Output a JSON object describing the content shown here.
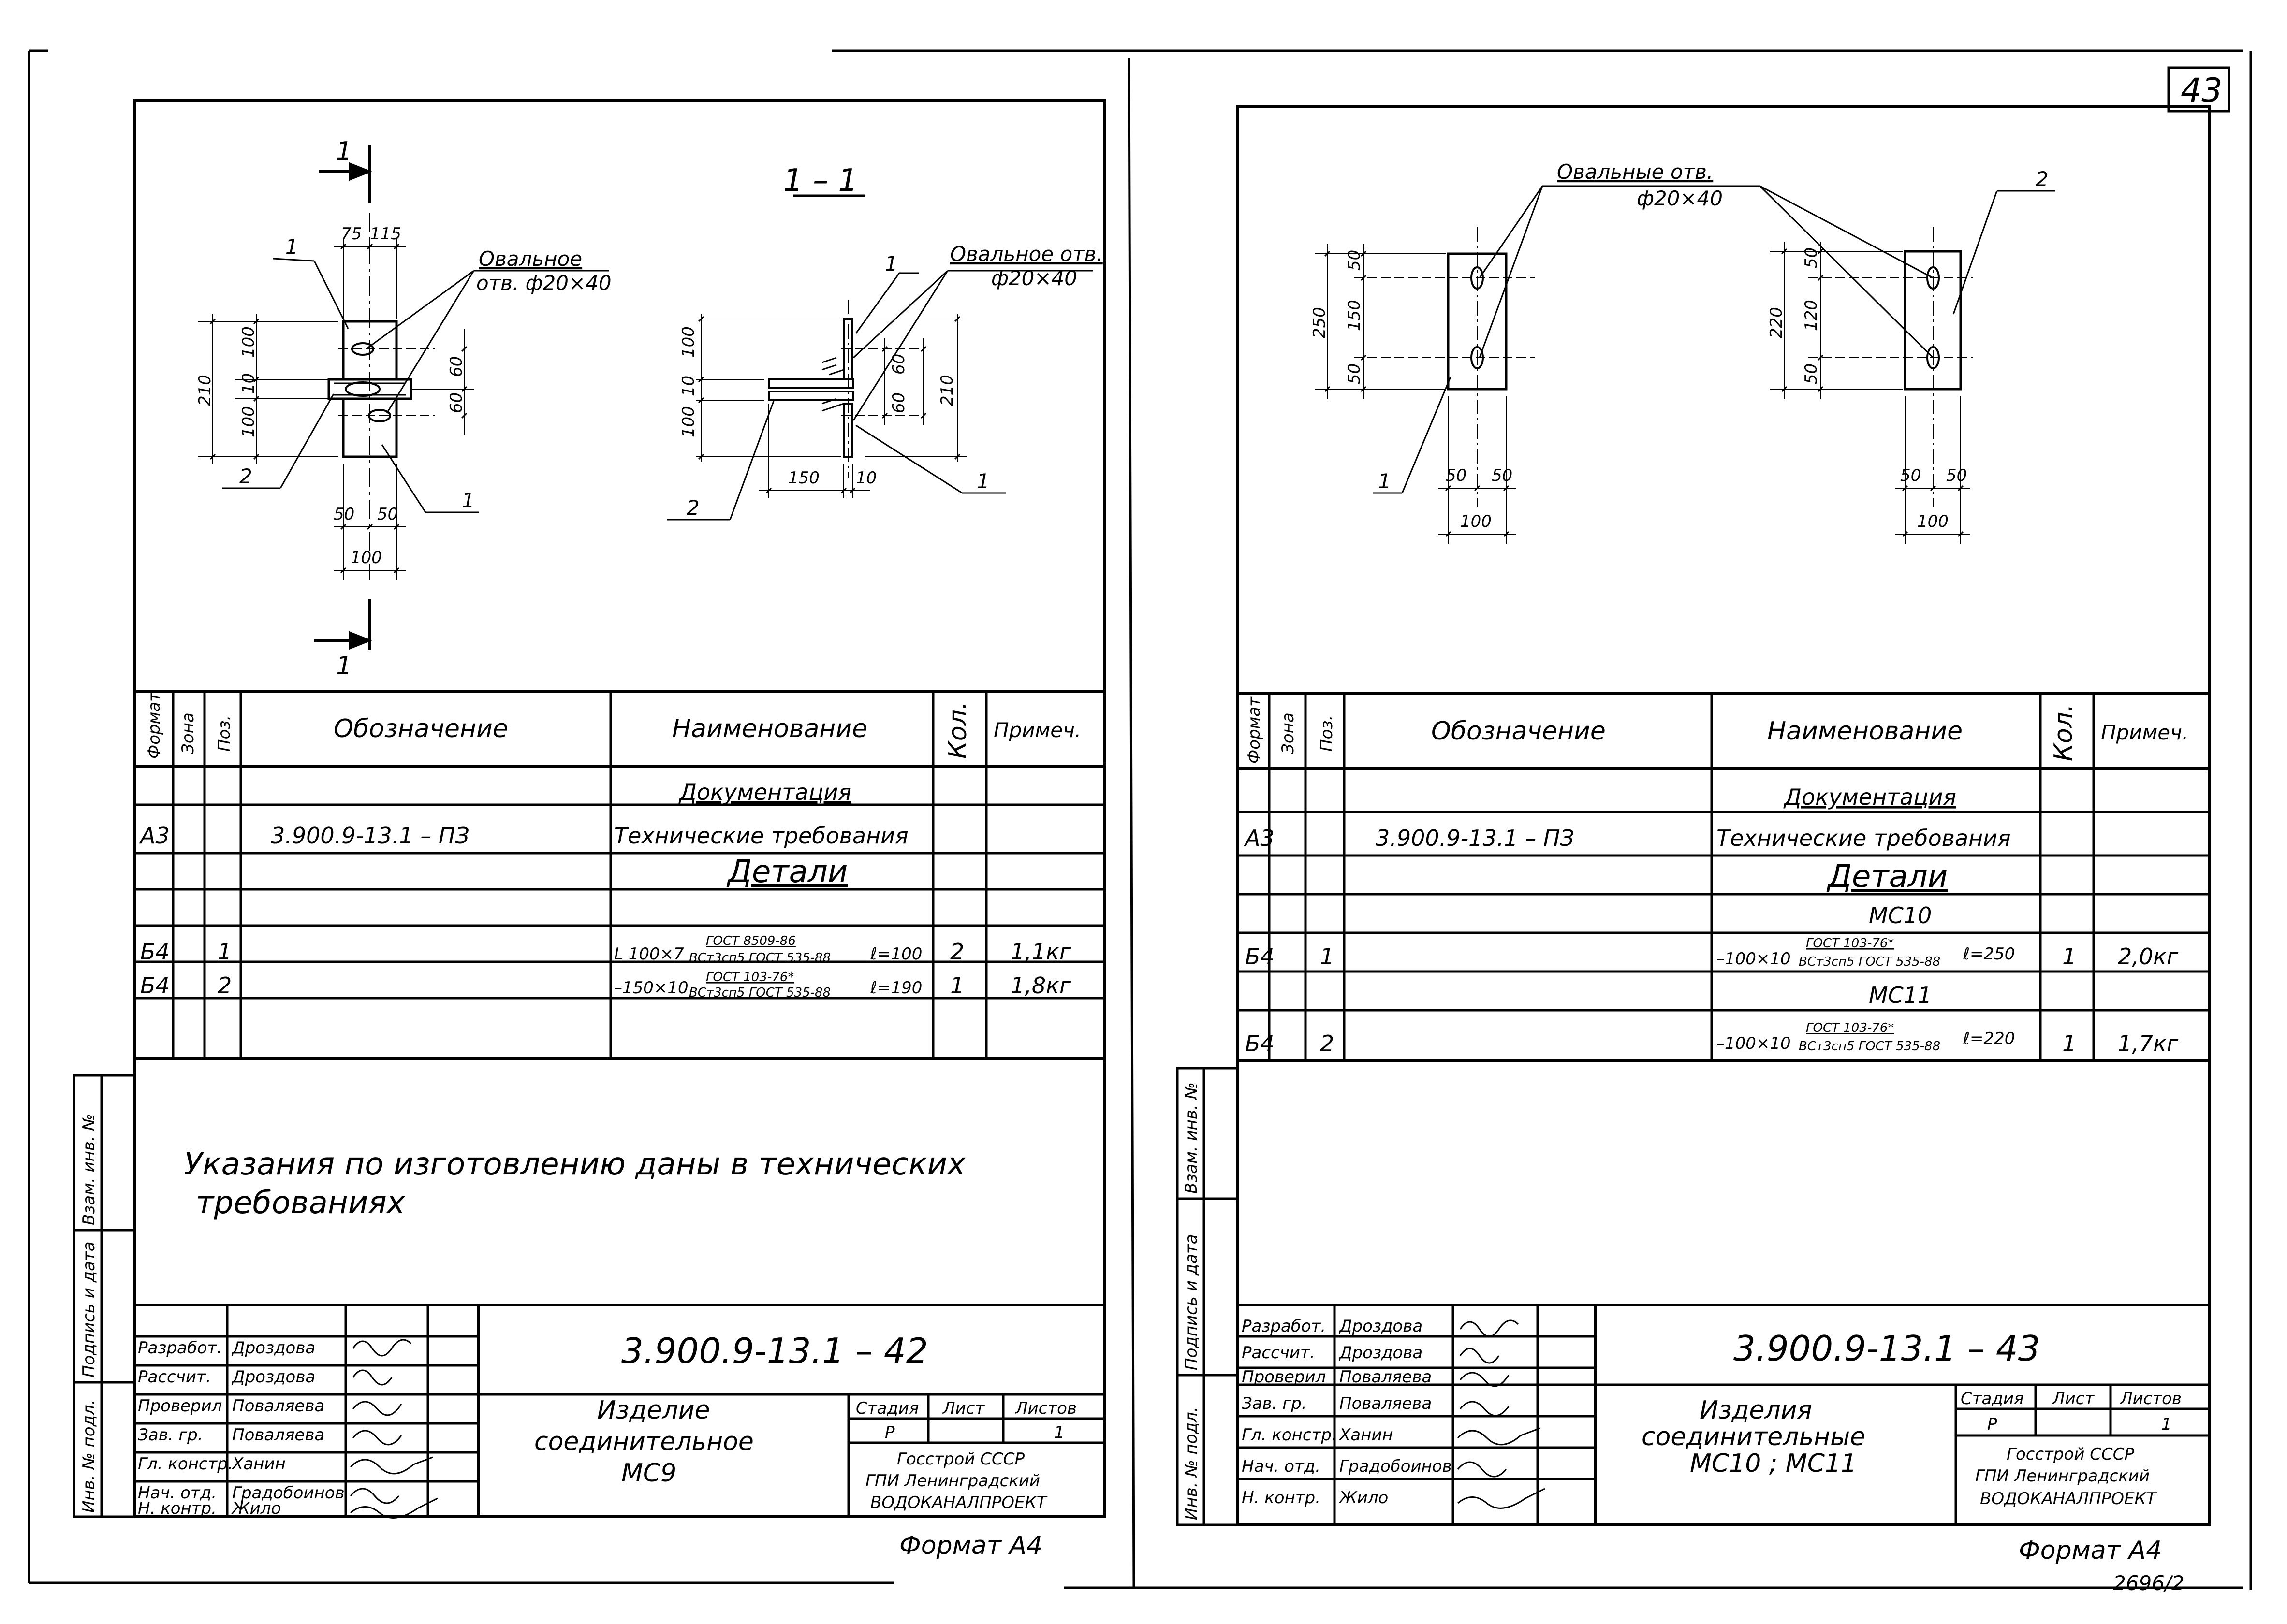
{
  "page_number": "43",
  "footer_code": "2696/2",
  "left": {
    "section_marks": {
      "top": "1",
      "bottom": "1"
    },
    "section_title": "1 – 1",
    "plan": {
      "callout": "Овальное отв. ф20×40",
      "callout_line1": "Овальное",
      "callout_line2": "отв. ф20×40",
      "dims": {
        "top_a": "75",
        "top_b": "115",
        "h_total": "210",
        "h_upper": "100",
        "h_mid": "10",
        "h_lower": "100",
        "r_upper": "60",
        "r_lower": "60",
        "b_left": "50",
        "b_right": "50",
        "b_total": "100"
      },
      "pos_top": "1",
      "pos_left": "2",
      "pos_right": "1"
    },
    "section": {
      "callout_line1": "Овальное отв.",
      "callout_line2": "ф20×40",
      "dims": {
        "h_upper": "100",
        "h_mid": "10",
        "h_lower": "100",
        "r_upper": "60",
        "r_lower": "60",
        "r_total": "210",
        "b_len": "150",
        "b_thk": "10"
      },
      "pos_top": "1",
      "pos_left": "2",
      "pos_right": "1"
    },
    "spec": {
      "headers": [
        "Формат",
        "Зона",
        "Поз.",
        "Обозначение",
        "Наименование",
        "Кол.",
        "Примеч."
      ],
      "rows": [
        {
          "format": "",
          "zone": "",
          "pos": "",
          "designation": "",
          "name": "Документация",
          "qty": "",
          "note": "",
          "underlined": true
        },
        {
          "format": "А3",
          "zone": "",
          "pos": "",
          "designation": "3.900.9-13.1 – ПЗ",
          "name": "Технические требования",
          "qty": "",
          "note": ""
        },
        {
          "format": "",
          "zone": "",
          "pos": "",
          "designation": "",
          "name": "Детали",
          "qty": "",
          "note": "",
          "underlined": true
        },
        {
          "format": "",
          "zone": "",
          "pos": "",
          "designation": "",
          "name": "",
          "qty": "",
          "note": ""
        },
        {
          "format": "Б4",
          "zone": "",
          "pos": "1",
          "designation": "",
          "name_prefix": "L 100×7",
          "name_num": "ГОСТ 8509-86",
          "name_den": "ВСт3сп5 ГОСТ 535-88",
          "name_suffix": "ℓ=100",
          "qty": "2",
          "note": "1,1кг"
        },
        {
          "format": "Б4",
          "zone": "",
          "pos": "2",
          "designation": "",
          "name_prefix": "–150×10",
          "name_num": "ГОСТ 103-76*",
          "name_den": "ВСт3сп5 ГОСТ 535-88",
          "name_suffix": "ℓ=190",
          "qty": "1",
          "note": "1,8кг"
        }
      ]
    },
    "note_line1": "Указания по изготовлению даны в технических",
    "note_line2": "требованиях",
    "title_block": {
      "roles": [
        "Разработ.",
        "Рассчит.",
        "Проверил",
        "Зав. гр.",
        "Гл. констр.",
        "Нач. отд.",
        "Н. контр."
      ],
      "names": [
        "Дроздова",
        "Дроздова",
        "Поваляева",
        "Поваляева",
        "Ханин",
        "Градобоинов",
        "Жило"
      ],
      "doc_code": "3.900.9-13.1 – 42",
      "item_line1": "Изделие",
      "item_line2": "соединительное",
      "item_line3": "МС9",
      "stage_label": "Стадия",
      "sheet_label": "Лист",
      "sheets_label": "Листов",
      "stage": "Р",
      "sheet": "",
      "sheets": "1",
      "org_line1": "Госстрой СССР",
      "org_line2": "ГПИ Ленинградский",
      "org_line3": "ВОДОКАНАЛПРОЕКТ"
    },
    "side_labels": [
      "Взам. инв. №",
      "Подпись и дата",
      "Инв. № подл."
    ],
    "format_label": "Формат А4"
  },
  "right": {
    "callout_line1": "Овальные отв.",
    "callout_line2": "ф20×40",
    "part1": {
      "dims": {
        "total": "250",
        "top": "50",
        "mid": "150",
        "bot": "50",
        "b_left": "50",
        "b_right": "50",
        "b_total": "100"
      },
      "pos": "1"
    },
    "part2": {
      "dims": {
        "total": "220",
        "top": "50",
        "mid": "120",
        "bot": "50",
        "b_left": "50",
        "b_right": "50",
        "b_total": "100"
      },
      "pos": "2"
    },
    "spec": {
      "headers": [
        "Формат",
        "Зона",
        "Поз.",
        "Обозначение",
        "Наименование",
        "Кол.",
        "Примеч."
      ],
      "rows": [
        {
          "format": "",
          "zone": "",
          "pos": "",
          "designation": "",
          "name": "Документация",
          "qty": "",
          "note": "",
          "underlined": true
        },
        {
          "format": "А3",
          "zone": "",
          "pos": "",
          "designation": "3.900.9-13.1 – ПЗ",
          "name": "Технические требования",
          "qty": "",
          "note": ""
        },
        {
          "format": "",
          "zone": "",
          "pos": "",
          "designation": "",
          "name": "Детали",
          "qty": "",
          "note": "",
          "underlined": true
        },
        {
          "format": "",
          "zone": "",
          "pos": "",
          "designation": "",
          "name": "МС10",
          "qty": "",
          "note": "",
          "underlined": true
        },
        {
          "format": "Б4",
          "zone": "",
          "pos": "1",
          "designation": "",
          "name_prefix": "–100×10",
          "name_num": "ГОСТ 103-76*",
          "name_den": "ВСт3сп5 ГОСТ 535-88",
          "name_suffix": "ℓ=250",
          "qty": "1",
          "note": "2,0кг"
        },
        {
          "format": "",
          "zone": "",
          "pos": "",
          "designation": "",
          "name": "МС11",
          "qty": "",
          "note": "",
          "underlined": true
        },
        {
          "format": "Б4",
          "zone": "",
          "pos": "2",
          "designation": "",
          "name_prefix": "–100×10",
          "name_num": "ГОСТ 103-76*",
          "name_den": "ВСт3сп5 ГОСТ 535-88",
          "name_suffix": "ℓ=220",
          "qty": "1",
          "note": "1,7кг"
        }
      ]
    },
    "title_block": {
      "roles": [
        "Разработ.",
        "Рассчит.",
        "Проверил",
        "Зав. гр.",
        "Гл. констр.",
        "Нач. отд.",
        "Н. контр."
      ],
      "names": [
        "Дроздова",
        "Дроздова",
        "Поваляева",
        "Поваляева",
        "Ханин",
        "Градобоинов",
        "Жило"
      ],
      "doc_code": "3.900.9-13.1 – 43",
      "item_line1": "Изделия",
      "item_line2": "соединительные",
      "item_line3": "МС10 ; МС11",
      "stage_label": "Стадия",
      "sheet_label": "Лист",
      "sheets_label": "Листов",
      "stage": "Р",
      "sheet": "",
      "sheets": "1",
      "org_line1": "Госстрой СССР",
      "org_line2": "ГПИ Ленинградский",
      "org_line3": "ВОДОКАНАЛПРОЕКТ"
    },
    "side_labels": [
      "Взам. инв. №",
      "Подпись и дата",
      "Инв. № подл."
    ],
    "format_label": "Формат А4"
  }
}
